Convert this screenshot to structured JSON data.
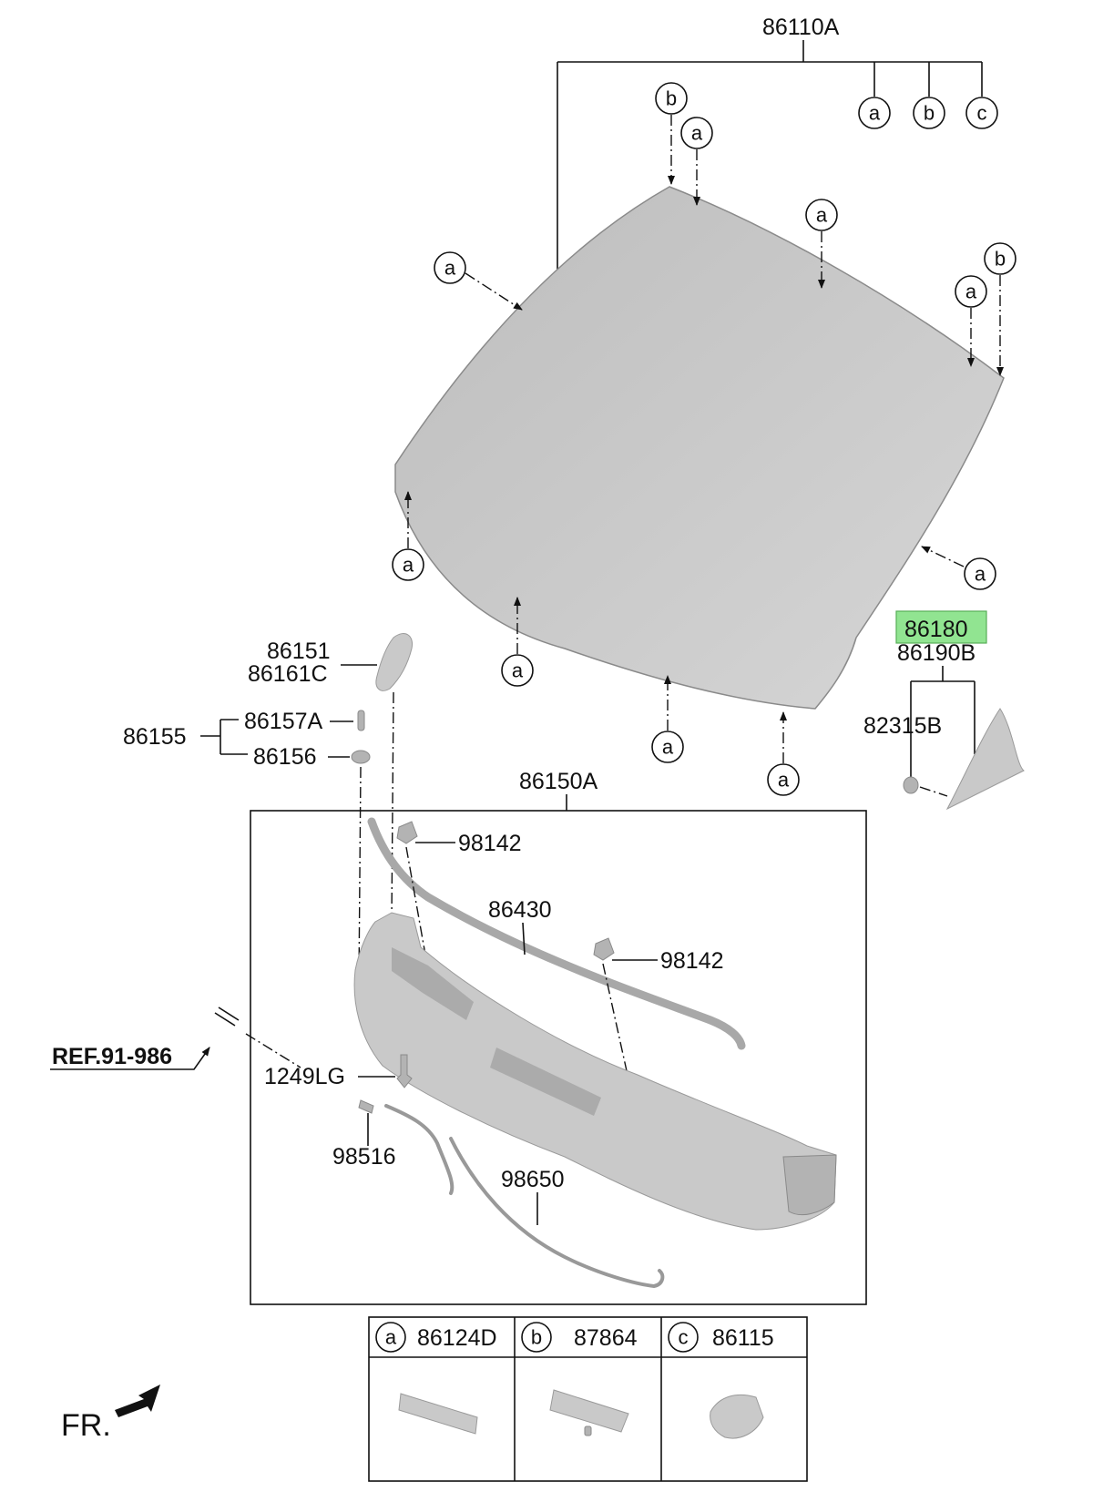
{
  "parts": {
    "windshield_glass": "86110A",
    "highlighted_part": "86180",
    "part_86190B": "86190B",
    "part_82315B": "82315B",
    "part_86151": "86151",
    "part_86161C": "86161C",
    "part_86155": "86155",
    "part_86157A": "86157A",
    "part_86156": "86156",
    "cowl_assembly": "86150A",
    "nozzle_upper": "98142",
    "nozzle_lower": "98142",
    "weatherstrip": "86430",
    "screw": "1249LG",
    "hose_connector": "98516",
    "hose": "98650",
    "ref": "REF.91-986",
    "front_label": "FR."
  },
  "callouts": {
    "a": "a",
    "b": "b",
    "c": "c"
  },
  "legend": [
    {
      "letter": "a",
      "part": "86124D"
    },
    {
      "letter": "b",
      "part": "87864"
    },
    {
      "letter": "c",
      "part": "86115"
    }
  ],
  "colors": {
    "part_fill": "#c9c9c9",
    "highlight": "#7ee07e",
    "line": "#111111"
  }
}
